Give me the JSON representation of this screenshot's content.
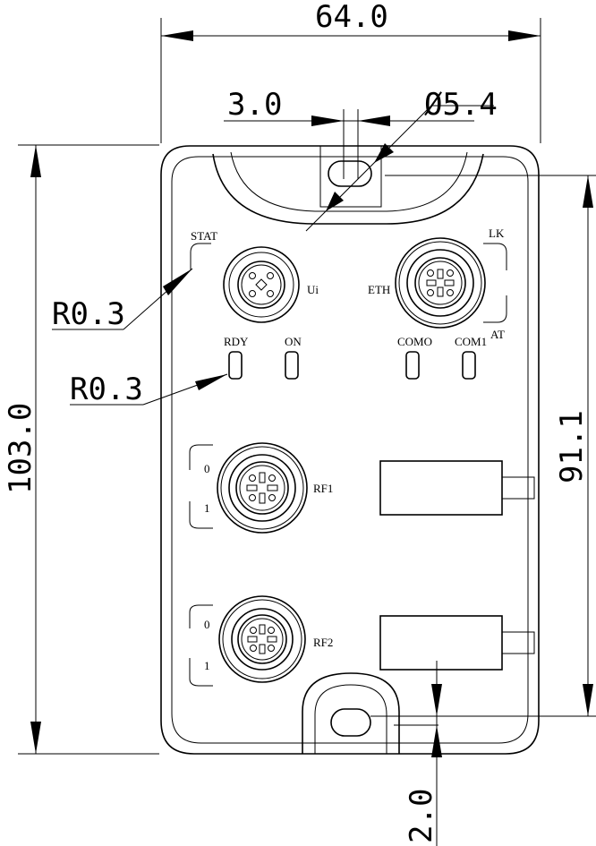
{
  "dimensions": {
    "width_total": "64.0",
    "slot_width": "3.0",
    "hole_diameter": "Ø5.4",
    "height_total": "103.0",
    "hole_spacing": "91.1",
    "bottom_offset": "2.0",
    "radius_1": "R0.3",
    "radius_2": "R0.3"
  },
  "labels": {
    "stat": "STAT",
    "ui": "Ui",
    "eth": "ETH",
    "lk": "LK",
    "at": "AT",
    "rdy": "RDY",
    "on": "ON",
    "com0": "COMO",
    "com1": "COM1",
    "rf1": "RF1",
    "rf2": "RF2",
    "rf1_zero": "0",
    "rf1_one": "1",
    "rf2_zero": "0",
    "rf2_one": "1"
  }
}
